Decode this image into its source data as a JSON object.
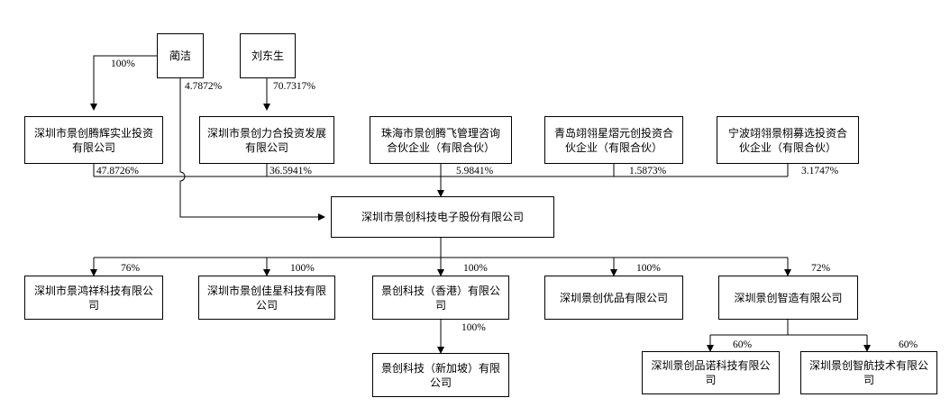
{
  "nodes": {
    "lin_jie": "蔺洁",
    "liu_dongsheng": "刘东生",
    "tenghui": "深圳市景创腾辉实业投资有限公司",
    "lihe": "深圳市景创力合投资发展有限公司",
    "tengfei": "珠海市景创腾飞管理咨询合伙企业（有限合伙）",
    "qingdao": "青岛翊翎星熠元创投资合伙企业（有限合伙）",
    "ningbo": "宁波翊翎景栩募选投资合伙企业（有限合伙）",
    "main": "深圳市景创科技电子股份有限公司",
    "hongxiang": "深圳市景鸿祥科技有限公司",
    "jiaxing": "深圳市景创佳星科技有限公司",
    "hk": "景创科技（香港）有限公司",
    "youpin": "深圳景创优品有限公司",
    "zhizao": "深圳景创智造有限公司",
    "singapore": "景创科技（新加坡）有限公司",
    "pinnuo": "深圳景创品诺科技有限公司",
    "zhihang": "深圳景创智航技术有限公司"
  },
  "percentages": {
    "lin_to_tenghui": "100%",
    "lin_to_main": "4.7872%",
    "liu_to_lihe": "70.7317%",
    "tenghui_to_main": "47.8726%",
    "lihe_to_main": "36.5941%",
    "tengfei_to_main": "5.9841%",
    "qingdao_to_main": "1.5873%",
    "ningbo_to_main": "3.1747%",
    "main_to_hongxiang": "76%",
    "main_to_jiaxing": "100%",
    "main_to_hk": "100%",
    "main_to_youpin": "100%",
    "main_to_zhizao": "72%",
    "hk_to_singapore": "100%",
    "zhizao_to_pinnuo": "60%",
    "zhizao_to_zhihang": "60%"
  }
}
